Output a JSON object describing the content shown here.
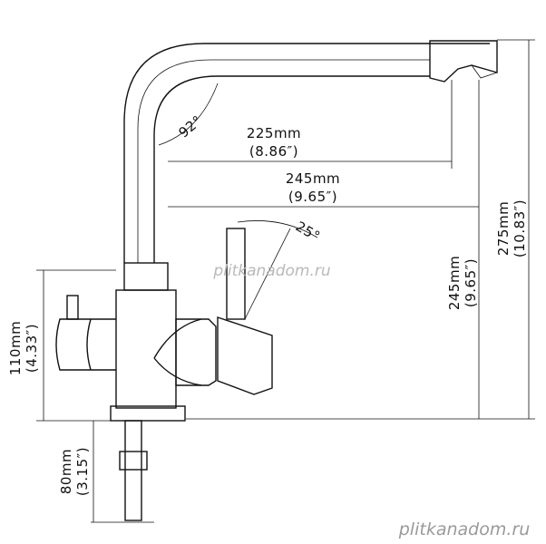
{
  "dimensions": {
    "spout_reach": "225mm",
    "spout_reach_in": "(8.86″)",
    "overall_reach": "245mm",
    "overall_reach_in": "(9.65″)",
    "spout_height": "245mm",
    "spout_height_in": "(9.65″)",
    "total_height": "275mm",
    "total_height_in": "(10.83″)",
    "base_height": "110mm",
    "base_height_in": "(4.33″)",
    "connector_length": "80mm",
    "connector_length_in": "(3.15″)",
    "spout_angle": "92°",
    "lever_angle": "25°"
  },
  "watermark": {
    "center": "plitkanadom.ru",
    "corner": "plitkanadom.ru"
  }
}
